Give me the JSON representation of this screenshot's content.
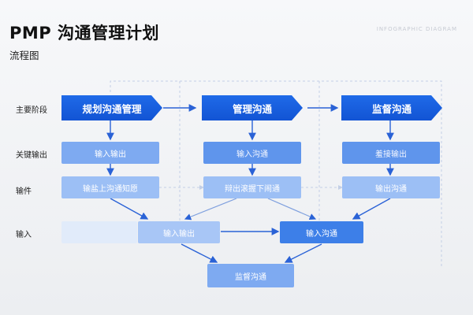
{
  "title": "PMP 沟通管理计划",
  "subtitle": "流程图",
  "watermark": "INFOGRAPHIC DIAGRAM",
  "row_labels": {
    "stages": "主要阶段",
    "key_output": "关键输出",
    "artifacts": "输件",
    "inputs": "输入"
  },
  "stages": [
    {
      "label": "规划沟通管理"
    },
    {
      "label": "管理沟通"
    },
    {
      "label": "监督沟通"
    }
  ],
  "key_outputs": [
    "输入输出",
    "输入沟通",
    "羞接输出"
  ],
  "artifacts": [
    "输盐上沟通知愿",
    "辩出滚握下闹通",
    "输出沟通"
  ],
  "inputs": [
    "输入输出",
    "输入沟通"
  ],
  "final": "监督沟通",
  "colors": {
    "stage": "#1a5fe0",
    "box_light": "#7eaaf1",
    "box_mid": "#5f95ec",
    "arrow": "#2a62d6",
    "dashed": "#b9c8e6"
  }
}
